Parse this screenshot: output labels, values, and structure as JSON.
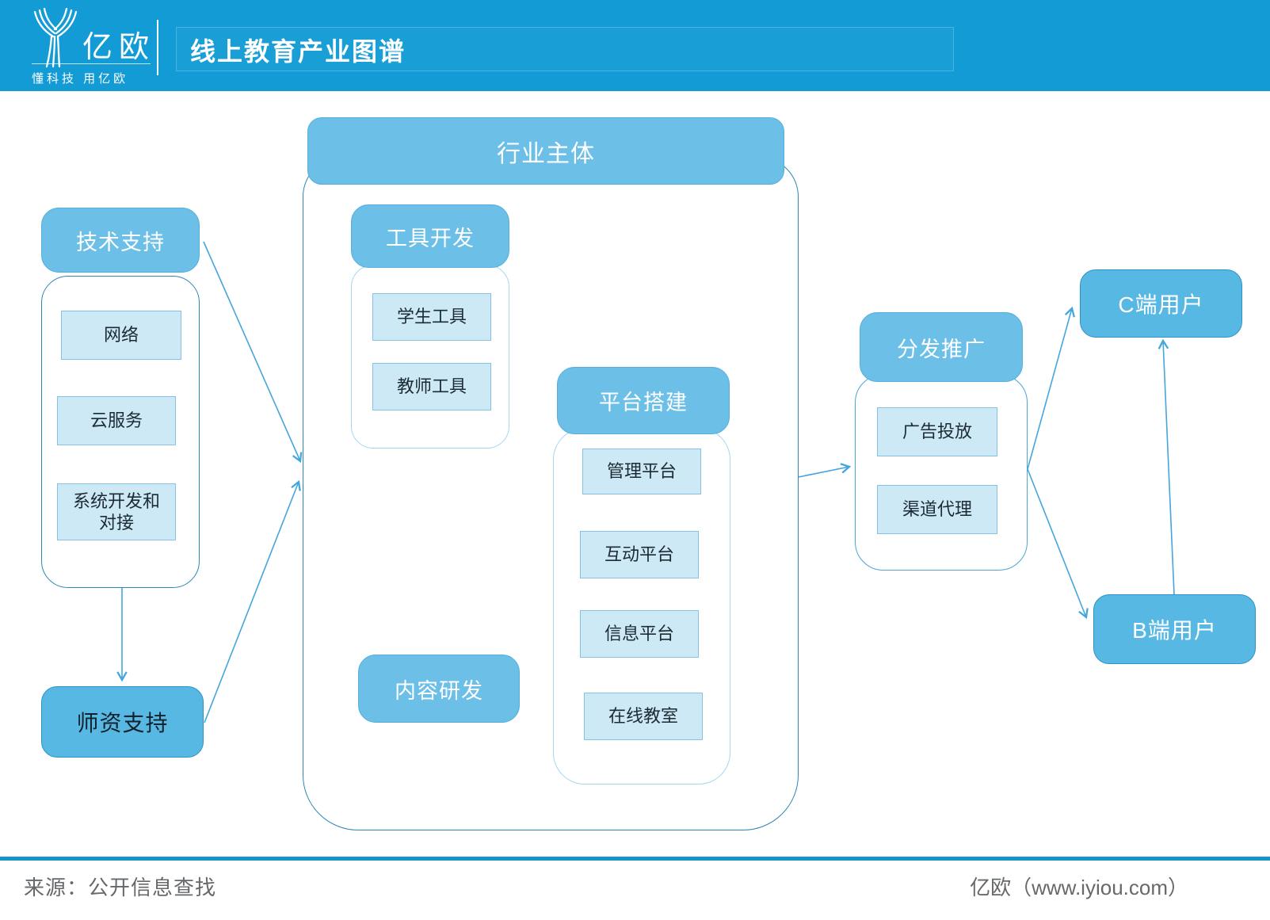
{
  "header": {
    "logo_text": "亿欧",
    "tagline": "懂科技 用亿欧",
    "title": "线上教育产业图谱"
  },
  "diagram": {
    "tech_support": {
      "title": "技术支持",
      "items": [
        "网络",
        "云服务",
        "系统开发和对接"
      ]
    },
    "teacher_support": {
      "title": "师资支持"
    },
    "industry_body": {
      "title": "行业主体",
      "tool_dev": {
        "title": "工具开发",
        "items": [
          "学生工具",
          "教师工具"
        ]
      },
      "platform": {
        "title": "平台搭建",
        "items": [
          "管理平台",
          "互动平台",
          "信息平台",
          "在线教室"
        ]
      },
      "content_rd": {
        "title": "内容研发"
      }
    },
    "distribution": {
      "title": "分发推广",
      "items": [
        "广告投放",
        "渠道代理"
      ]
    },
    "c_users": {
      "title": "C端用户"
    },
    "b_users": {
      "title": "B端用户"
    }
  },
  "footer": {
    "source": "来源：公开信息查找",
    "credit": "亿欧（www.iyiou.com）"
  },
  "colors": {
    "topbar": "#129BD5",
    "node_header_fill": "#6CBFE6",
    "node_header_border": "#55AEDB",
    "node_accent_fill": "#58B8E4",
    "node_accent_border": "#2D93C7",
    "item_fill": "#CDE9F6",
    "item_border": "#85C3E2",
    "container_border_dark": "#2E86B4",
    "container_border_mid": "#4BA6D3",
    "container_border_light": "#A5D6EF",
    "arrow": "#45A6DD",
    "footer_rule": "#1692CC",
    "footer_text": "#66696B"
  }
}
